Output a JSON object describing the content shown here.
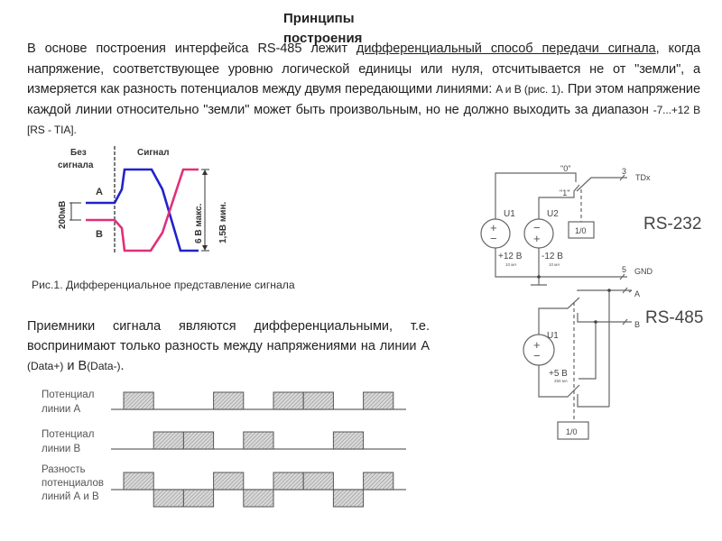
{
  "title": "Принципы построения",
  "intro": {
    "p1": "В основе построения интерфейса RS-485 лежит ",
    "link1": "дифференциальный способ передачи сигнала",
    "p2": ", когда напряжение, соответствующее уровню логической единицы или нуля, отсчитывается не от \"земли\", а измеряется как разность потенциалов между двумя передающими линиями: ",
    "p3": "A и B (рис. 1)",
    "p4": ". При этом напряжение каждой линии относительно \"земли\" может быть произвольным, но не должно выходить за диапазон ",
    "p5": "-7...+12 В [RS - TIA]."
  },
  "figure1": {
    "label_no_signal": [
      "Без",
      "сигнала"
    ],
    "label_signal": "Сигнал",
    "label_a": "A",
    "label_b": "B",
    "label_offset": "200мВ",
    "label_max": "6 В макс.",
    "label_min": "1,5В мин.",
    "color_a": "#2222cc",
    "color_b": "#e0307a",
    "caption": "Рис.1. Дифференциальное представление сигнала"
  },
  "receivers": {
    "p1": "Приемники сигнала являются дифференциальными, т.е. воспринимают только разность между напряжениями на линии А ",
    "data_plus": "(Data+)",
    "p2": " и В",
    "data_minus": "(Data-)",
    "p3": "."
  },
  "rs232": {
    "name": "RS-232",
    "u1": "U1",
    "u1_voltage": "+12 В",
    "u1_current": "10 мА",
    "u2": "U2",
    "u2_voltage": "-12 В",
    "u2_current": "10 мА",
    "state0": "\"0\"",
    "state1": "\"1\"",
    "logic": "1/0",
    "pin3": "3",
    "tdx": "TDx",
    "pin5": "5",
    "gnd": "GND"
  },
  "rs485": {
    "name": "RS-485",
    "u1": "U1",
    "u1_voltage": "+5 В",
    "u1_current": "250 мА",
    "line_a": "A",
    "line_b": "B",
    "logic": "1/0"
  },
  "timing": {
    "row_a": [
      "Потенциал",
      "линии А"
    ],
    "row_b": [
      "Потенциал",
      "линии В"
    ],
    "row_diff": [
      "Разность",
      "потенциалов",
      "линий А и В"
    ],
    "bits_a": [
      1,
      0,
      0,
      1,
      0,
      1,
      1,
      0,
      1
    ],
    "bits_b": [
      0,
      1,
      1,
      0,
      1,
      0,
      0,
      1,
      0
    ]
  }
}
